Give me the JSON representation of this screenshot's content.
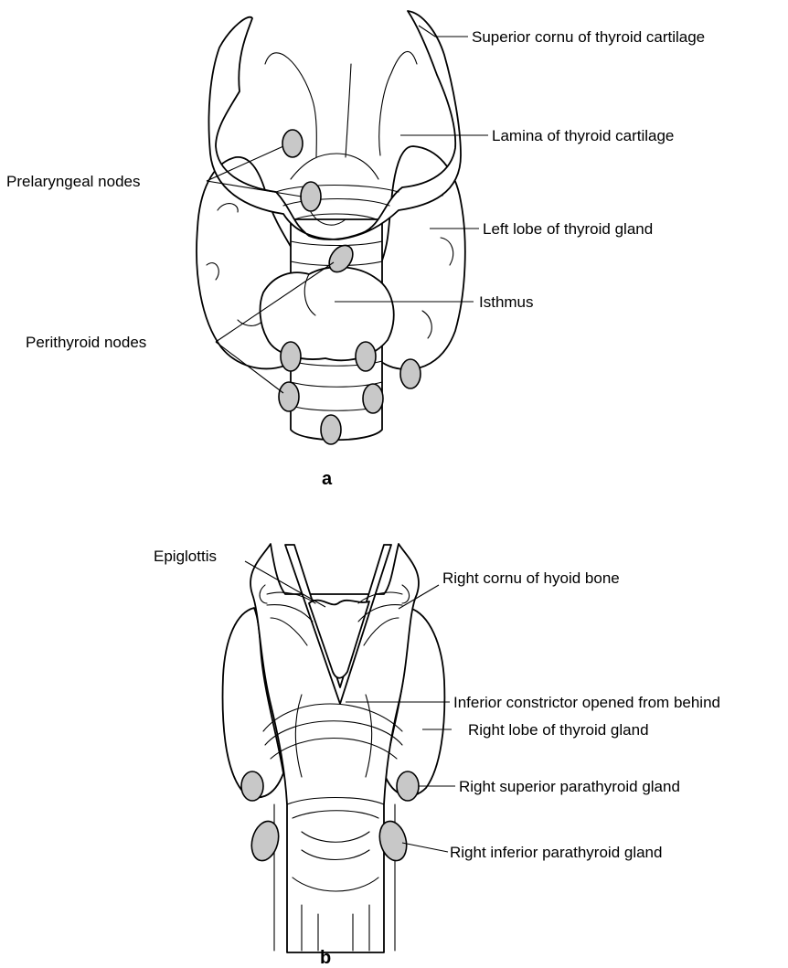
{
  "panel_a": {
    "letter": "a",
    "labels": {
      "superior_cornu": "Superior cornu of thyroid cartilage",
      "lamina": "Lamina of thyroid cartilage",
      "prelaryngeal": "Prelaryngeal nodes",
      "left_lobe": "Left lobe of thyroid gland",
      "isthmus": "Isthmus",
      "perithyroid": "Perithyroid nodes"
    }
  },
  "panel_b": {
    "letter": "b",
    "labels": {
      "epiglottis": "Epiglottis",
      "hyoid": "Right cornu of hyoid bone",
      "constrictor": "Inferior constrictor opened from behind",
      "right_lobe": "Right lobe of thyroid gland",
      "sup_para": "Right superior parathyroid gland",
      "inf_para": "Right inferior parathyroid gland"
    }
  },
  "colors": {
    "line": "#000000",
    "node_fill": "#c8c8c8",
    "background": "#ffffff"
  }
}
